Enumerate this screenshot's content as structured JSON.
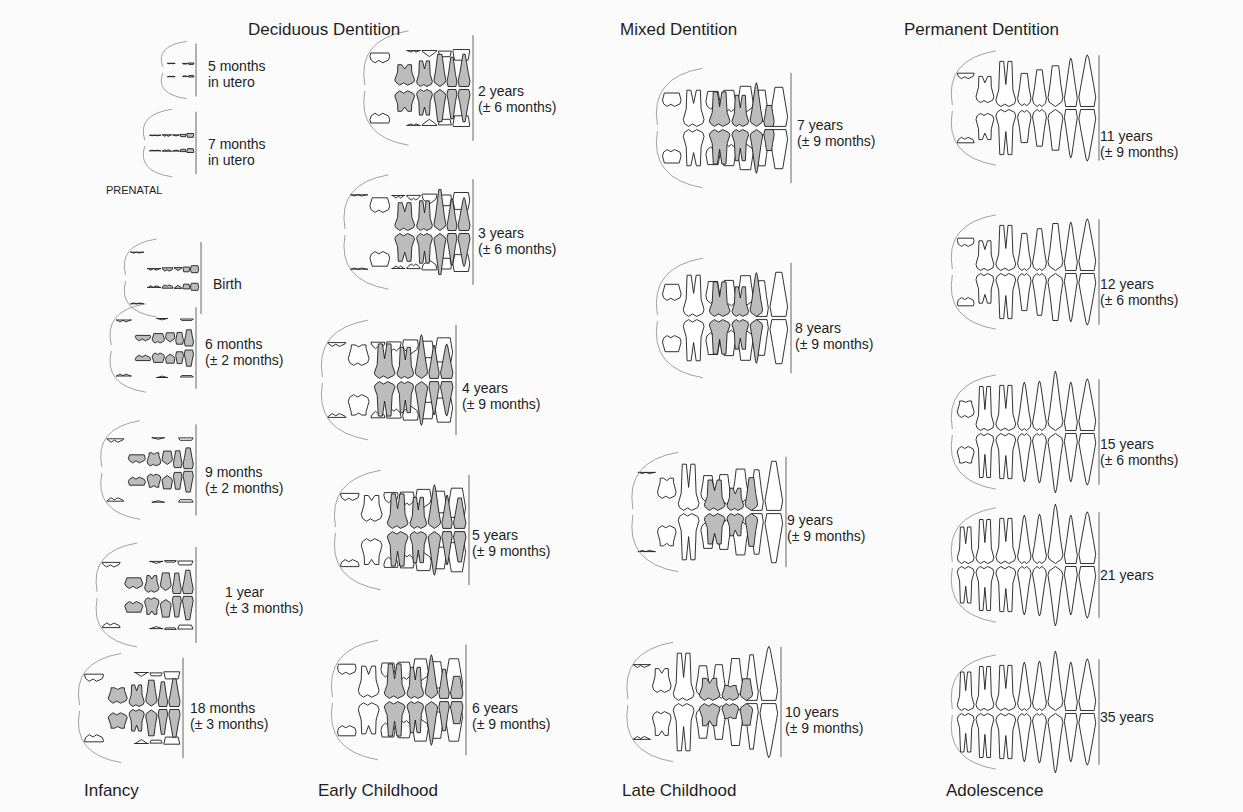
{
  "diagram": {
    "labels": [
      "Deciduous Dentition",
      "Mixed Dentition",
      "Permanent Dentition",
      "5 months in utero",
      "7 months in utero",
      "PRENATAL",
      "Birth",
      "6 months (± 2 months)",
      "9 months (± 2 months)",
      "1 year (± 3 months)",
      "18 months (± 3 months)",
      "2 years (± 6 months)",
      "3 years (± 6 months)",
      "4 years (± 9 months)",
      "5 years (± 9 months)",
      "6 years (± 9 months)",
      "7 years (± 9 months)",
      "8 years (± 9 months)",
      "9 years (± 9 months)",
      "10 years (± 9 months)",
      "11 years (± 9 months)",
      "12 years (± 6 months)",
      "15 years (± 6 months)",
      "21 years",
      "35 years",
      "Infancy",
      "Early Childhood",
      "Late Childhood",
      "Adolescence"
    ]
  }
}
